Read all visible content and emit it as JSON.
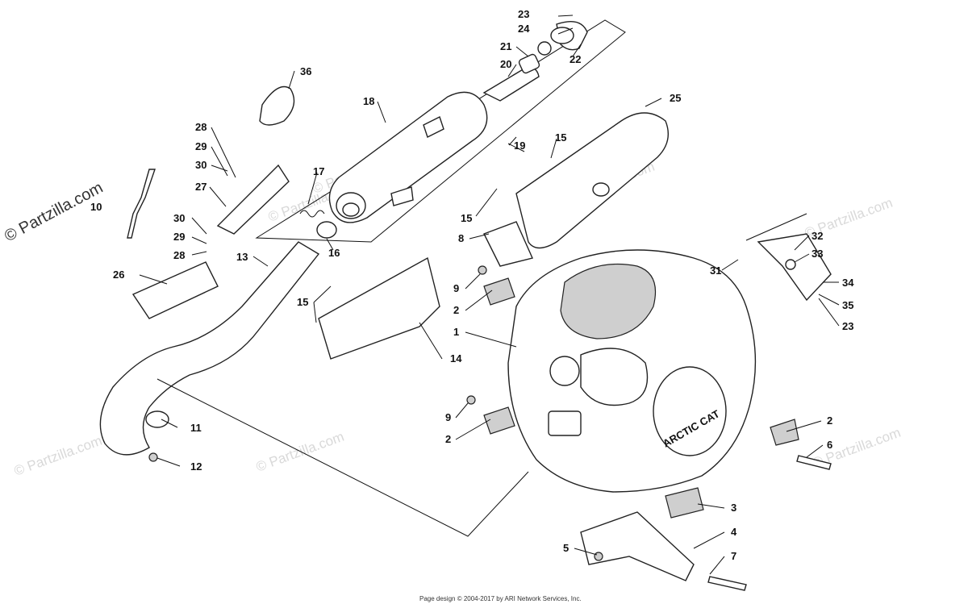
{
  "watermark": {
    "main": "© Partzilla.com",
    "repeat": "© Partzilla.com"
  },
  "footer": "Page design © 2004-2017 by ARI Network Services, Inc.",
  "engine_brand": "ARCTIC CAT",
  "callouts": {
    "c1": "1",
    "c2a": "2",
    "c2b": "2",
    "c2c": "2",
    "c3": "3",
    "c4": "4",
    "c5": "5",
    "c6": "6",
    "c7": "7",
    "c8": "8",
    "c9a": "9",
    "c9b": "9",
    "c10": "10",
    "c11": "11",
    "c12": "12",
    "c13": "13",
    "c14": "14",
    "c15a": "15",
    "c15b": "15",
    "c15c": "15",
    "c16": "16",
    "c17": "17",
    "c18": "18",
    "c19": "19",
    "c20": "20",
    "c21": "21",
    "c22": "22",
    "c23a": "23",
    "c23b": "23",
    "c24": "24",
    "c25": "25",
    "c26": "26",
    "c27": "27",
    "c28a": "28",
    "c28b": "28",
    "c29a": "29",
    "c29b": "29",
    "c30a": "30",
    "c30b": "30",
    "c31": "31",
    "c32": "32",
    "c33": "33",
    "c34": "34",
    "c35": "35",
    "c36": "36"
  }
}
